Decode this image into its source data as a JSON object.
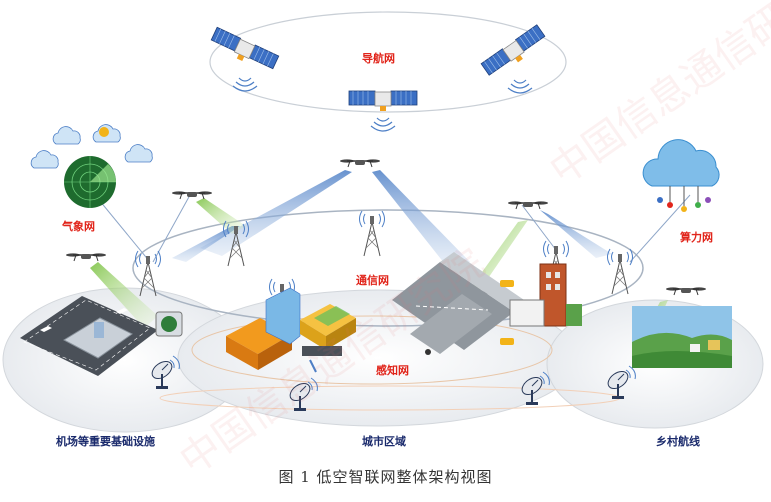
{
  "networks": {
    "navigation": "导航网",
    "weather": "气象网",
    "computing": "算力网",
    "communication": "通信网",
    "sensing": "感知网"
  },
  "zones": {
    "airport": "机场等重要基础设施",
    "city": "城市区域",
    "rural": "乡村航线"
  },
  "caption": "图 1 低空智联网整体架构视图",
  "watermark": "中国信息通信研究院",
  "colors": {
    "label_red": "#e1251b",
    "label_dark": "#1a2a6c",
    "beam_blue": "#6f9fd8",
    "beam_green": "#9fd36a",
    "ring": "#b9c3cf",
    "satellite_panel": "#3b6fc4",
    "cloud_blue": "#5aa9e6"
  }
}
